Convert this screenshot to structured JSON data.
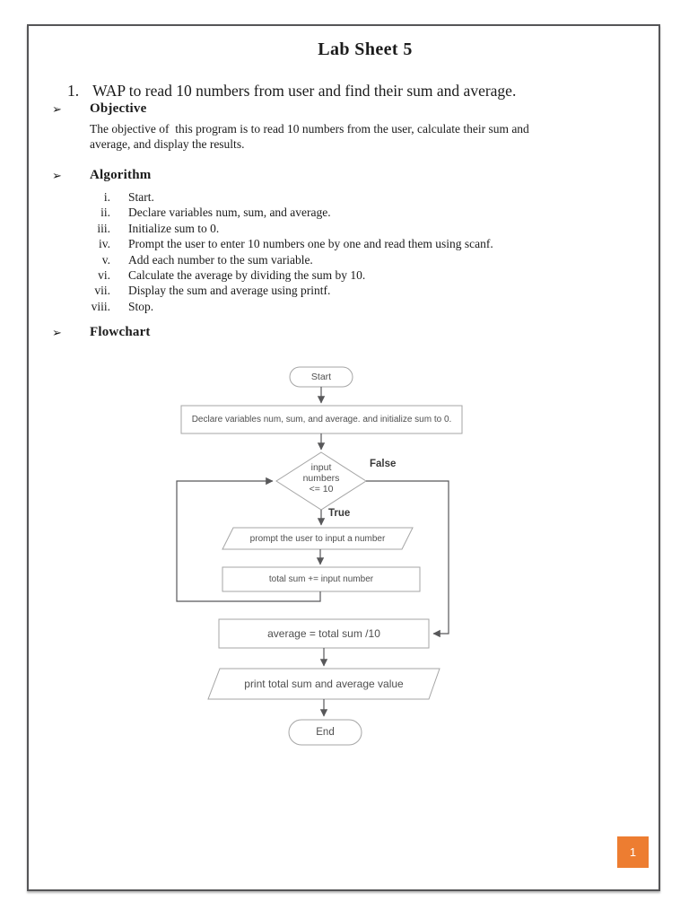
{
  "page": {
    "title": "Lab Sheet 5",
    "page_number": "1",
    "accent_color": "#ED7D31",
    "border_color": "#555557"
  },
  "bullet_glyph": "➢",
  "question": {
    "number": "1.",
    "text": "WAP to read 10 numbers from user and find their sum and average."
  },
  "sections": {
    "objective": {
      "heading": "Objective",
      "lines": [
        "The objective of  this program is to read 10 numbers from the user, calculate their sum and",
        "average, and display the results."
      ]
    },
    "algorithm": {
      "heading": "Algorithm",
      "steps": [
        {
          "num": "i.",
          "text": "Start."
        },
        {
          "num": "ii.",
          "text": "Declare variables num, sum, and average."
        },
        {
          "num": "iii.",
          "text": "Initialize sum to 0."
        },
        {
          "num": "iv.",
          "text": "Prompt the user to enter 10 numbers one by one and read them using scanf."
        },
        {
          "num": "v.",
          "text": "Add each number to the sum variable."
        },
        {
          "num": "vi.",
          "text": "Calculate the average by dividing the sum by 10."
        },
        {
          "num": "vii.",
          "text": "Display the sum and average using printf."
        },
        {
          "num": "viii.",
          "text": "Stop."
        }
      ]
    },
    "flowchart": {
      "heading": "Flowchart"
    }
  },
  "flowchart": {
    "start": "Start",
    "declare": "Declare variables num, sum, and average. and initialize sum to 0.",
    "decision": [
      "input",
      "numbers",
      "<= 10"
    ],
    "branch_false": "False",
    "branch_true": "True",
    "prompt": "prompt the user to input a number",
    "accumulate": "total sum += input number",
    "average": "average = total sum /10",
    "print": "print total sum and average value",
    "end": "End"
  }
}
